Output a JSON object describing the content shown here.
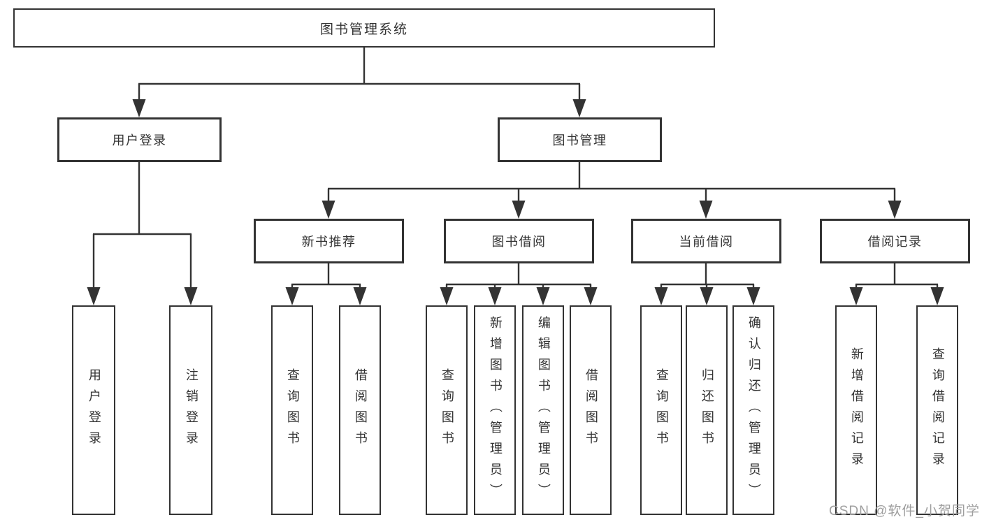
{
  "watermark": "CSDN @软件_小贺同学",
  "colors": {
    "line": "#333333",
    "box_border": "#333333",
    "text": "#333333",
    "watermark": "#9e9e9e",
    "background": "#ffffff"
  },
  "tree": {
    "label": "图书管理系统",
    "children": [
      {
        "label": "用户登录",
        "children": [
          {
            "label": "用户登录"
          },
          {
            "label": "注销登录"
          }
        ]
      },
      {
        "label": "图书管理",
        "children": [
          {
            "label": "新书推荐",
            "children": [
              {
                "label": "查询图书"
              },
              {
                "label": "借阅图书"
              }
            ]
          },
          {
            "label": "图书借阅",
            "children": [
              {
                "label": "查询图书"
              },
              {
                "label": "新增图书（管理员）"
              },
              {
                "label": "编辑图书（管理员）"
              },
              {
                "label": "借阅图书"
              }
            ]
          },
          {
            "label": "当前借阅",
            "children": [
              {
                "label": "查询图书"
              },
              {
                "label": "归还图书"
              },
              {
                "label": "确认归还（管理员）"
              }
            ]
          },
          {
            "label": "借阅记录",
            "children": [
              {
                "label": "新增借阅记录"
              },
              {
                "label": "查询借阅记录"
              }
            ]
          }
        ]
      }
    ]
  }
}
